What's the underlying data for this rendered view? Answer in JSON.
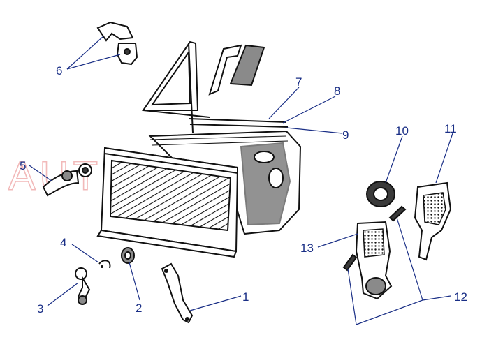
{
  "watermark": "AUTOSHOP",
  "colors": {
    "callout": "#1a2f86",
    "ink": "#111111",
    "watermark": "#f2b9b9",
    "background": "#ffffff"
  },
  "callouts": [
    {
      "id": "1",
      "label": "1"
    },
    {
      "id": "2",
      "label": "2"
    },
    {
      "id": "3",
      "label": "3"
    },
    {
      "id": "4",
      "label": "4"
    },
    {
      "id": "5",
      "label": "5"
    },
    {
      "id": "6",
      "label": "6"
    },
    {
      "id": "7",
      "label": "7"
    },
    {
      "id": "8",
      "label": "8"
    },
    {
      "id": "9",
      "label": "9"
    },
    {
      "id": "10",
      "label": "10"
    },
    {
      "id": "11",
      "label": "11"
    },
    {
      "id": "12",
      "label": "12"
    },
    {
      "id": "13",
      "label": "13"
    }
  ]
}
